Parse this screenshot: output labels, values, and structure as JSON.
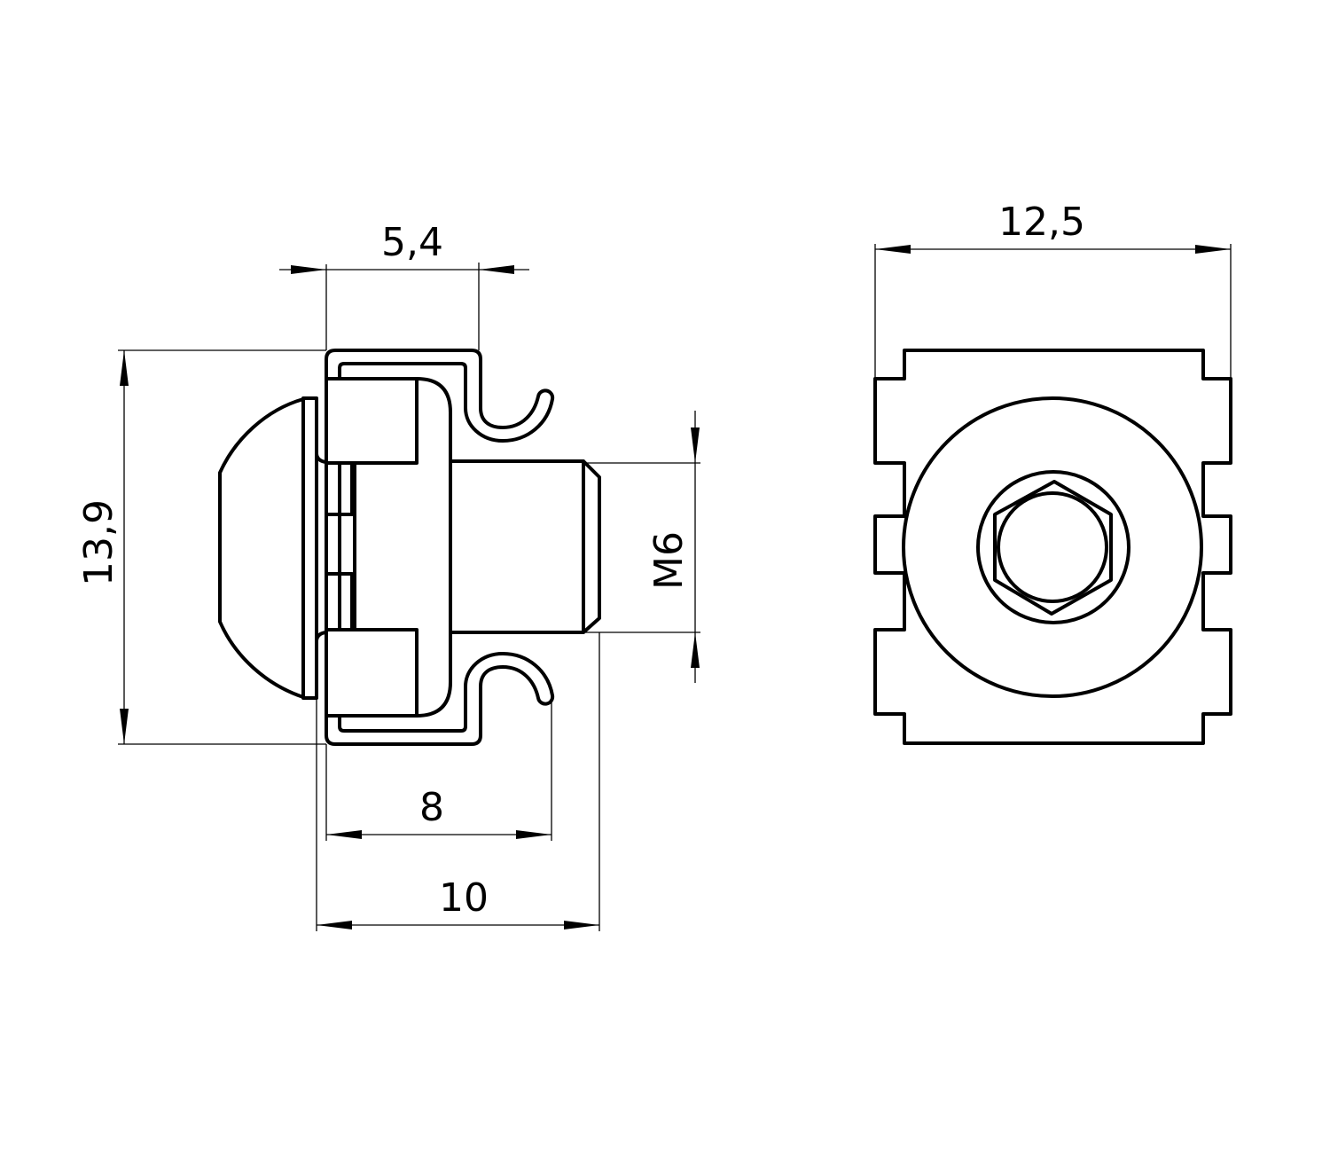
{
  "drawing": {
    "views": [
      "side-view",
      "front-view"
    ],
    "dimensions": {
      "clip_width": "5,4",
      "height": "13,9",
      "thread": "M6",
      "length_8": "8",
      "length_10": "10",
      "width": "12,5"
    },
    "line_color": "#000000",
    "background": "#ffffff"
  }
}
